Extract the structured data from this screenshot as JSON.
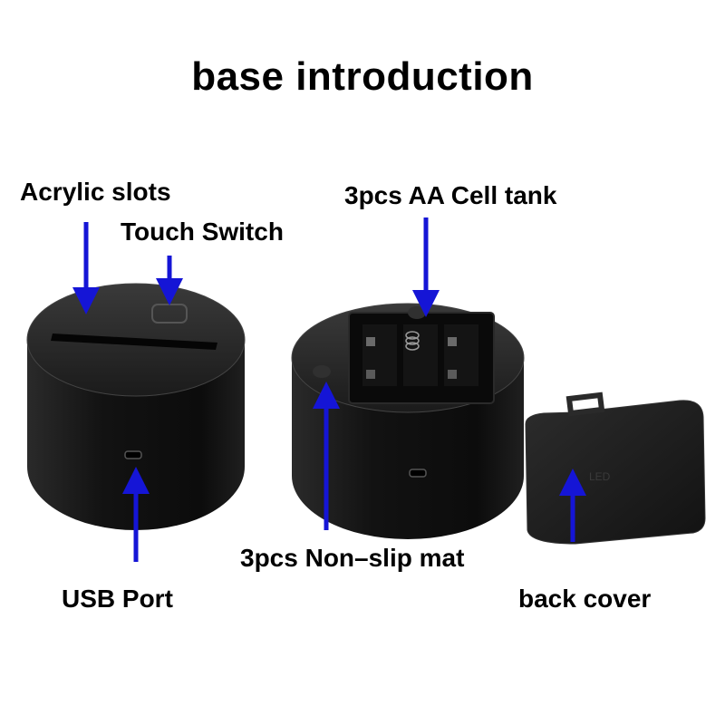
{
  "title": "base introduction",
  "labels": {
    "acrylic_slots": "Acrylic slots",
    "touch_switch": "Touch Switch",
    "cell_tank": "3pcs AA Cell tank",
    "non_slip_mat": "3pcs Non–slip mat",
    "usb_port": "USB Port",
    "back_cover": "back cover"
  },
  "colors": {
    "arrow": "#1515d6",
    "base_body": "#151515",
    "background": "#ffffff",
    "text": "#000000"
  },
  "objects": [
    "lamp-base-front",
    "lamp-base-open-battery",
    "battery-back-cover"
  ]
}
